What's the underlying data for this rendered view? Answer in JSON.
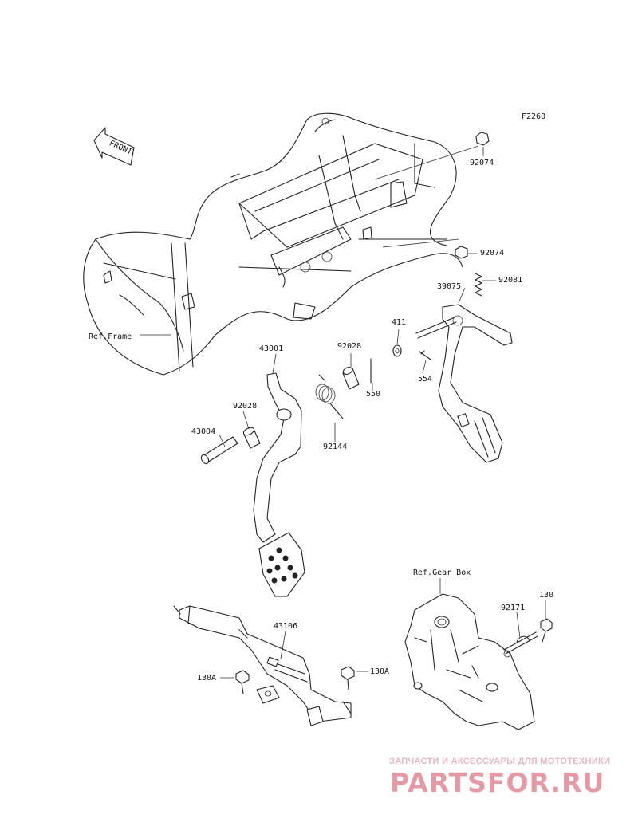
{
  "figure_code": "F2260",
  "front_label": "FRONT",
  "ref_frame": "Ref.Frame",
  "ref_gear_box": "Ref.Gear Box",
  "parts": {
    "p92074_top": "92074",
    "p92074_mid": "92074",
    "p92081": "92081",
    "p39075": "39075",
    "p411": "411",
    "p554": "554",
    "p92028_right": "92028",
    "p550": "550",
    "p43001": "43001",
    "p92028_left": "92028",
    "p43004": "43004",
    "p92144": "92144",
    "p43106": "43106",
    "p92171": "92171",
    "p130": "130",
    "p130A_left": "130A",
    "p130A_right": "130A"
  },
  "watermark": {
    "subtitle": "ЗАПЧАСТИ И АКСЕССУАРЫ ДЛЯ МОТОТЕХНИКИ",
    "logo": "PARTSFOR.RU"
  }
}
